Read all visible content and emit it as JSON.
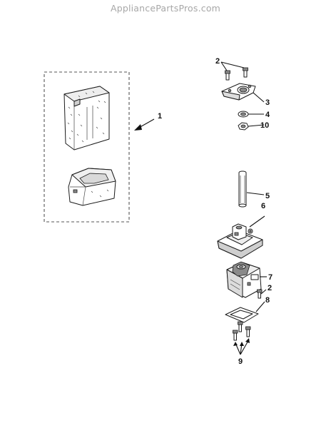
{
  "watermark": "AppliancePartsPros.com",
  "callouts": {
    "c1": "1",
    "c2_top": "2",
    "c3": "3",
    "c4": "4",
    "c10": "10",
    "c5": "5",
    "c6": "6",
    "c7": "7",
    "c2_mid": "2",
    "c8": "8",
    "c9": "9"
  }
}
